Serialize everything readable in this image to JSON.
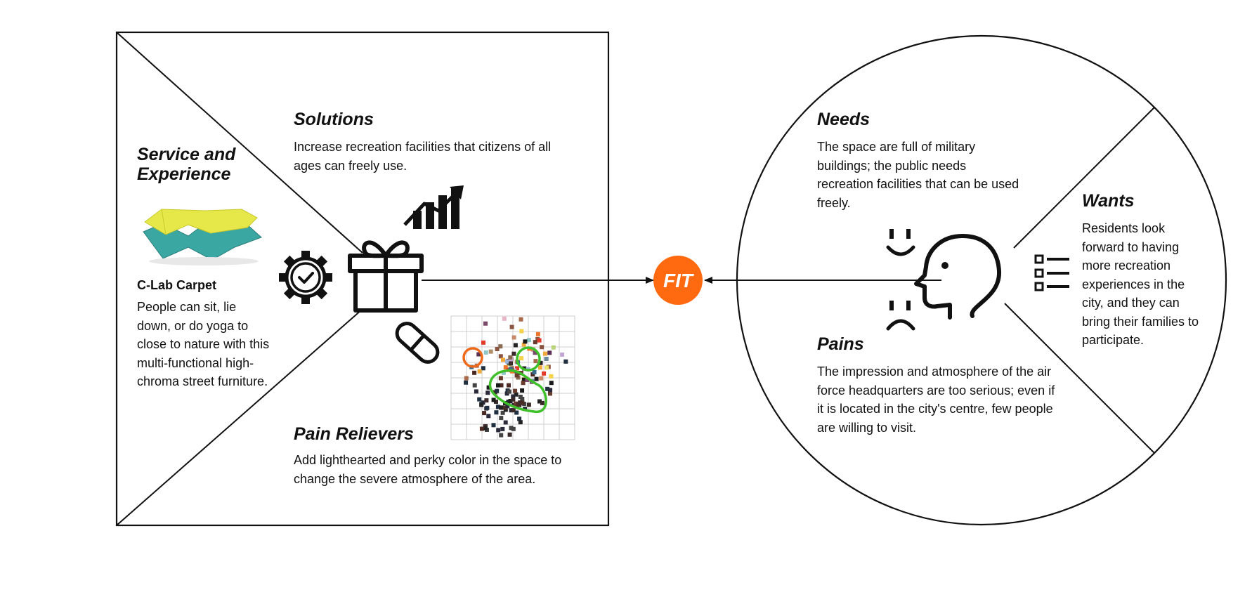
{
  "value_map": {
    "solutions": {
      "heading": "Solutions",
      "text": "Increase recreation facilities that citizens of all ages can freely use."
    },
    "service_experience": {
      "heading_line1": "Service and",
      "heading_line2": "Experience",
      "product_name": "C-Lab Carpet",
      "text": "People can sit, lie down, or do yoga to close to nature with this multi-functional high-chroma street furniture."
    },
    "pain_relievers": {
      "heading": "Pain Relievers",
      "text": "Add lighthearted and perky color in the space to change the severe atmosphere of the area."
    }
  },
  "fit": {
    "label": "FIT",
    "color": "#ff6a10"
  },
  "customer_profile": {
    "needs": {
      "heading": "Needs",
      "text": "The space are full of military buildings; the public needs recreation facilities that can be used freely."
    },
    "wants": {
      "heading": "Wants",
      "text": "Residents look forward to having more recreation experiences in the city, and they can bring their families to participate."
    },
    "pains": {
      "heading": "Pains",
      "text": "The impression and atmosphere of the air force headquarters are too serious; even if it is located in the city's centre, few people are willing to visit."
    }
  },
  "colors": {
    "stroke": "#111111",
    "carpet_yellow": "#e6e84a",
    "carpet_teal": "#3aa7a3",
    "highlight_orange": "#ee6a1a",
    "highlight_green": "#3fbf2a"
  },
  "icons": [
    "gift-icon",
    "growth-chart-icon",
    "gear-check-icon",
    "pill-icon",
    "smile-icon",
    "frown-icon",
    "head-profile-icon",
    "list-icon"
  ]
}
